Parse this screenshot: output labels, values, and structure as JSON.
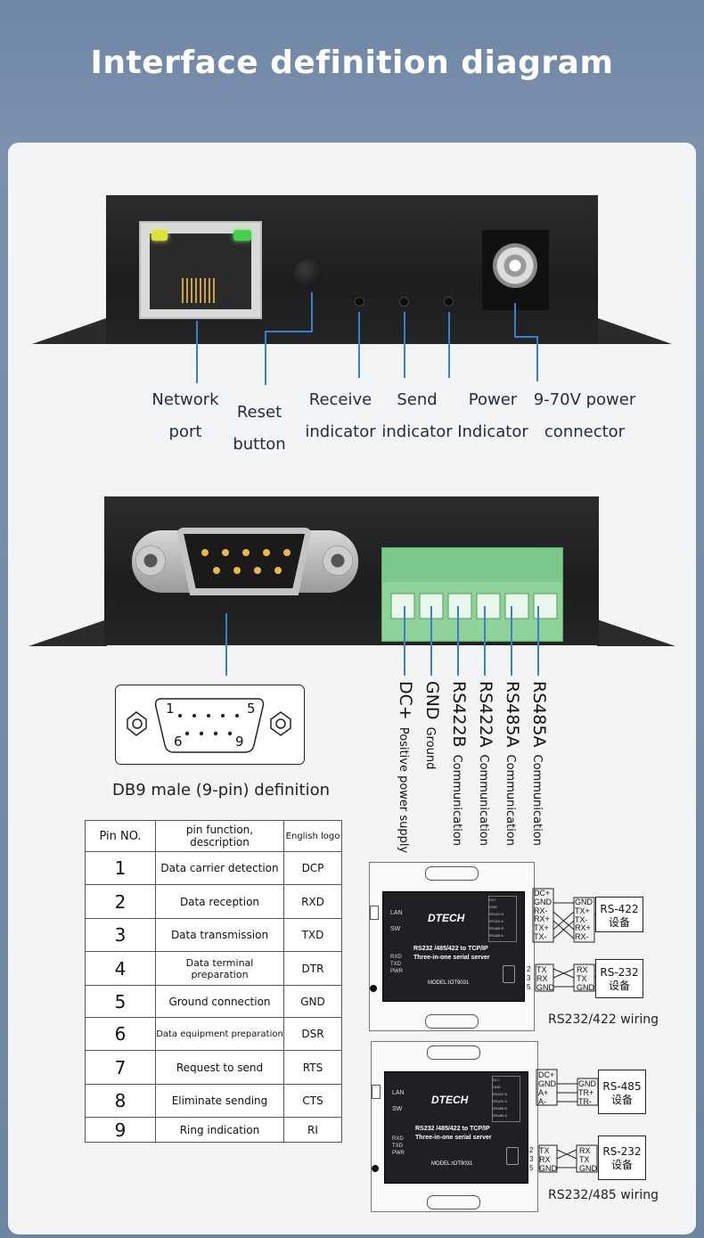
{
  "title": "Interface definition diagram",
  "top_labels": {
    "network": [
      "Network",
      "port"
    ],
    "reset": [
      "Reset",
      "button"
    ],
    "receive": [
      "Receive",
      "indicator"
    ],
    "send": [
      "Send",
      "indicator"
    ],
    "power": [
      "Power",
      "Indicator"
    ],
    "power_conn": [
      "9-70V power",
      "connector"
    ]
  },
  "terminals": [
    {
      "label": "DC+",
      "desc": "Positive power supply"
    },
    {
      "label": "GND",
      "desc": "Ground"
    },
    {
      "label": "RS422B",
      "desc": "Communication"
    },
    {
      "label": "RS422A",
      "desc": "Communication"
    },
    {
      "label": "RS485A",
      "desc": "Communication"
    },
    {
      "label": "RS485A",
      "desc": "Communication"
    }
  ],
  "db9": {
    "pin_first": "1",
    "pin_5": "5",
    "pin_6": "6",
    "pin_9": "9",
    "caption": "DB9 male (9-pin) definition"
  },
  "table": {
    "headers": [
      "Pin NO.",
      "pin function, description",
      "English logo"
    ],
    "rows": [
      {
        "no": "1",
        "func": "Data carrier detection",
        "abbr": "DCP"
      },
      {
        "no": "2",
        "func": "Data reception",
        "abbr": "RXD"
      },
      {
        "no": "3",
        "func": "Data transmission",
        "abbr": "TXD"
      },
      {
        "no": "4",
        "func": "Data terminal preparation",
        "abbr": "DTR"
      },
      {
        "no": "5",
        "func": "Ground connection",
        "abbr": "GND"
      },
      {
        "no": "6",
        "func": "Data equipment preparation",
        "abbr": "DSR"
      },
      {
        "no": "7",
        "func": "Request to send",
        "abbr": "RTS"
      },
      {
        "no": "8",
        "func": "Eliminate sending",
        "abbr": "CTS"
      },
      {
        "no": "9",
        "func": "Ring indication",
        "abbr": "RI"
      }
    ]
  },
  "wiring": {
    "brand": "DTECH",
    "product_line1": "RS232 /485/422 to TCP/IP",
    "product_line2": "Three-in-one serial server",
    "model": "MODEL:IOT9031",
    "side_labels": [
      "LAN",
      "SW"
    ],
    "status_labels": [
      "RXD",
      "TXD",
      "PWR"
    ],
    "d1_terms": [
      "DC+",
      "GND",
      "RX-",
      "RX+",
      "TX+",
      "TX-"
    ],
    "d1_right": [
      "GND",
      "TX+",
      "TX-",
      "RX+",
      "RX-"
    ],
    "d1_box1": [
      "RS-422",
      "设备"
    ],
    "d1_232_left": [
      "TX",
      "RX",
      "GND"
    ],
    "d1_232_right": [
      "RX",
      "TX",
      "GND"
    ],
    "d1_232_pins": [
      "2",
      "3",
      "5"
    ],
    "d1_box2": [
      "RS-232",
      "设备"
    ],
    "d1_caption": "RS232/422 wiring",
    "d2_terms": [
      "DC+",
      "GND",
      "A+",
      "A-"
    ],
    "d2_right": [
      "GND",
      "TR+",
      "TR-"
    ],
    "d2_box1": [
      "RS-485",
      "设备"
    ],
    "d2_232_left": [
      "TX",
      "RX",
      "GND"
    ],
    "d2_232_right": [
      "RX",
      "TX",
      "GND"
    ],
    "d2_232_pins": [
      "2",
      "3",
      "5"
    ],
    "d2_box2": [
      "RS-232",
      "设备"
    ],
    "d2_caption": "RS232/485 wiring",
    "label_list": [
      "DC+",
      "GND",
      "RS422 B",
      "RS422 A",
      "RS485 B",
      "RS485 A"
    ]
  }
}
